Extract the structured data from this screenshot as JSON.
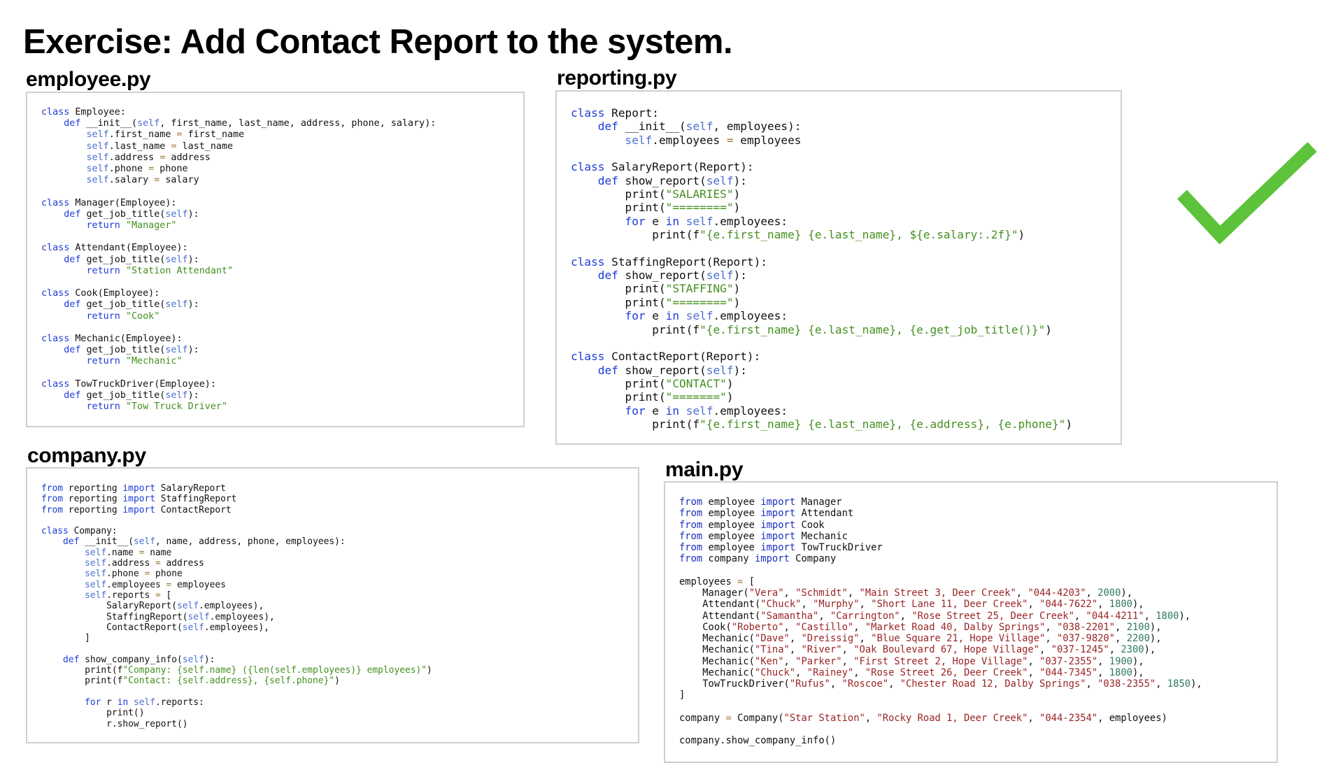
{
  "slide": {
    "title": "Exercise: Add Contact Report to the system."
  },
  "files": {
    "employee": {
      "label": "employee.py",
      "code": [
        "class Employee:",
        "    def __init__(self, first_name, last_name, address, phone, salary):",
        "        self.first_name = first_name",
        "        self.last_name = last_name",
        "        self.address = address",
        "        self.phone = phone",
        "        self.salary = salary",
        "",
        "class Manager(Employee):",
        "    def get_job_title(self):",
        "        return \"Manager\"",
        "",
        "class Attendant(Employee):",
        "    def get_job_title(self):",
        "        return \"Station Attendant\"",
        "",
        "class Cook(Employee):",
        "    def get_job_title(self):",
        "        return \"Cook\"",
        "",
        "class Mechanic(Employee):",
        "    def get_job_title(self):",
        "        return \"Mechanic\"",
        "",
        "class TowTruckDriver(Employee):",
        "    def get_job_title(self):",
        "        return \"Tow Truck Driver\""
      ]
    },
    "reporting": {
      "label": "reporting.py",
      "code": [
        "class Report:",
        "    def __init__(self, employees):",
        "        self.employees = employees",
        "",
        "class SalaryReport(Report):",
        "    def show_report(self):",
        "        print(\"SALARIES\")",
        "        print(\"========\")",
        "        for e in self.employees:",
        "            print(f\"{e.first_name} {e.last_name}, ${e.salary:.2f}\")",
        "",
        "class StaffingReport(Report):",
        "    def show_report(self):",
        "        print(\"STAFFING\")",
        "        print(\"========\")",
        "        for e in self.employees:",
        "            print(f\"{e.first_name} {e.last_name}, {e.get_job_title()}\")",
        "",
        "class ContactReport(Report):",
        "    def show_report(self):",
        "        print(\"CONTACT\")",
        "        print(\"=======\")",
        "        for e in self.employees:",
        "            print(f\"{e.first_name} {e.last_name}, {e.address}, {e.phone}\")"
      ]
    },
    "company": {
      "label": "company.py",
      "code": [
        "from reporting import SalaryReport",
        "from reporting import StaffingReport",
        "from reporting import ContactReport",
        "",
        "class Company:",
        "    def __init__(self, name, address, phone, employees):",
        "        self.name = name",
        "        self.address = address",
        "        self.phone = phone",
        "        self.employees = employees",
        "        self.reports = [",
        "            SalaryReport(self.employees),",
        "            StaffingReport(self.employees),",
        "            ContactReport(self.employees),",
        "        ]",
        "",
        "    def show_company_info(self):",
        "        print(f\"Company: {self.name} ({len(self.employees)} employees)\")",
        "        print(f\"Contact: {self.address}, {self.phone}\")",
        "",
        "        for r in self.reports:",
        "            print()",
        "            r.show_report()"
      ]
    },
    "main": {
      "label": "main.py",
      "code": [
        "from employee import Manager",
        "from employee import Attendant",
        "from employee import Cook",
        "from employee import Mechanic",
        "from employee import TowTruckDriver",
        "from company import Company",
        "",
        "employees = [",
        "    Manager(\"Vera\", \"Schmidt\", \"Main Street 3, Deer Creek\", \"044-4203\", 2000),",
        "    Attendant(\"Chuck\", \"Murphy\", \"Short Lane 11, Deer Creek\", \"044-7622\", 1800),",
        "    Attendant(\"Samantha\", \"Carrington\", \"Rose Street 25, Deer Creek\", \"044-4211\", 1800),",
        "    Cook(\"Roberto\", \"Castillo\", \"Market Road 40, Dalby Springs\", \"038-2201\", 2100),",
        "    Mechanic(\"Dave\", \"Dreissig\", \"Blue Square 21, Hope Village\", \"037-9820\", 2200),",
        "    Mechanic(\"Tina\", \"River\", \"Oak Boulevard 67, Hope Village\", \"037-1245\", 2300),",
        "    Mechanic(\"Ken\", \"Parker\", \"First Street 2, Hope Village\", \"037-2355\", 1900),",
        "    Mechanic(\"Chuck\", \"Rainey\", \"Rose Street 26, Deer Creek\", \"044-7345\", 1800),",
        "    TowTruckDriver(\"Rufus\", \"Roscoe\", \"Chester Road 12, Dalby Springs\", \"038-2355\", 1850),",
        "]",
        "",
        "company = Company(\"Star Station\", \"Rocky Road 1, Deer Creek\", \"044-2354\", employees)",
        "",
        "company.show_company_info()"
      ]
    }
  },
  "checkmark": {
    "icon": "checkmark-icon",
    "color": "#5cc33a"
  }
}
